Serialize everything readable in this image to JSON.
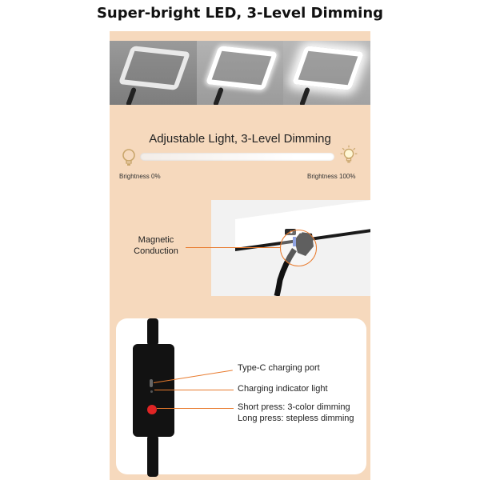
{
  "header": {
    "title": "Super-bright LED, 3-Level Dimming"
  },
  "dimming": {
    "title": "Adjustable Light, 3-Level Dimming",
    "min_label": "Brightness 0%",
    "max_label": "Brightness 100%",
    "levels": 3
  },
  "magnetic": {
    "line1": "Magnetic",
    "line2": "Conduction"
  },
  "controls": {
    "port_label": "Type-C charging port",
    "indicator_label": "Charging indicator light",
    "short_press": "Short press: 3-color dimming",
    "long_press": "Long press: stepless dimming"
  },
  "colors": {
    "panel_bg": "#f6d9bd",
    "accent_line": "#e87a2d",
    "button_red": "#e02424"
  },
  "icons": [
    "bulb-off-icon",
    "bulb-on-icon"
  ]
}
